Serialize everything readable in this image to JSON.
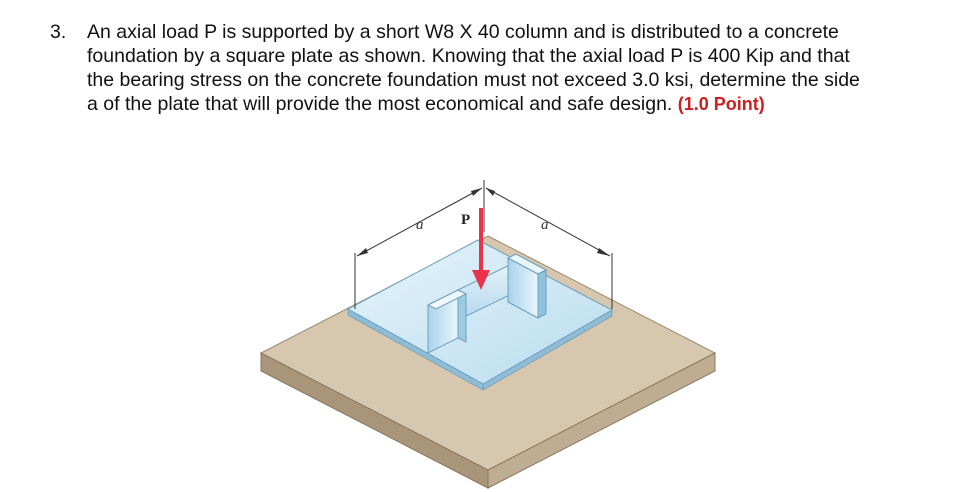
{
  "problem": {
    "number": "3.",
    "lines": [
      "An axial load P is supported by a short W8 X 40 column and is distributed to a concrete",
      "foundation by a square plate as shown. Knowing that the axial load P is 400 Kip and that",
      "the bearing stress on the concrete foundation must not exceed 3.0 ksi, determine the side",
      "a of the plate that will provide the most economical and safe design."
    ],
    "points": "(1.0 Point)"
  },
  "figure": {
    "load_label": "P",
    "dim_left_label": "a",
    "dim_right_label": "a",
    "colors": {
      "concrete_top": "#d6c7ae",
      "concrete_side_left": "#a8957a",
      "concrete_side_right": "#bfad93",
      "plate_top": "#cfe7f4",
      "plate_edge": "#8fbdd6",
      "load_arrow": "#e8334a"
    }
  }
}
